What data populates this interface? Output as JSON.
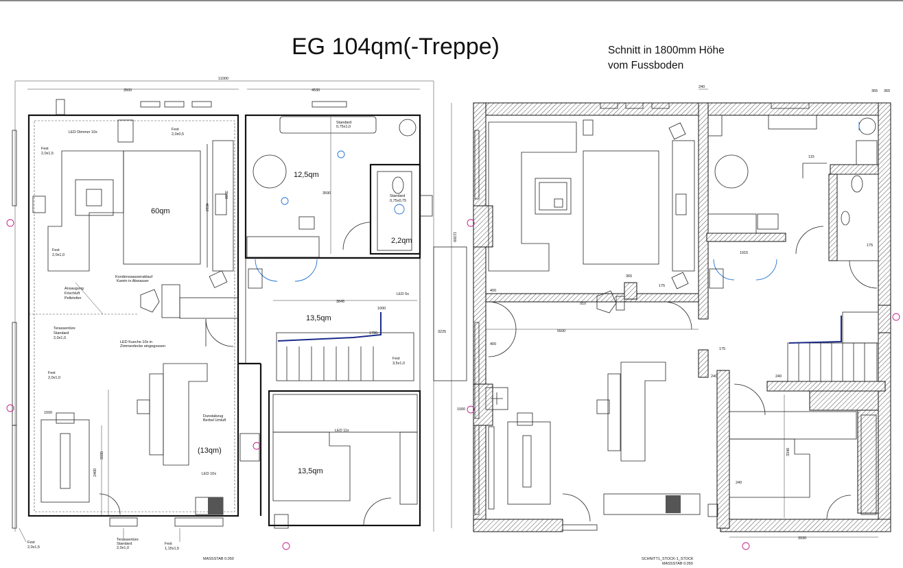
{
  "title": "EG 104qm(-Treppe)",
  "section_note": [
    "Schnitt in 1800mm Höhe",
    "vom Fussboden"
  ],
  "rooms": {
    "living": "60qm",
    "office": "12,5qm",
    "wc": "2,2qm",
    "stair": "13,5qm",
    "kitchen": "(13qm)",
    "bedroom": "13,5qm"
  },
  "dims_left": {
    "total_width": "11000",
    "left_width": "3500",
    "right_width": "4530",
    "height": "11300",
    "d3500": "3500",
    "d4610": "4610",
    "d3590": "3590",
    "d3845": "3845",
    "d1000": "1000",
    "d1780": "1780",
    "d3225": "3225",
    "d3335": "3335",
    "d2400": "2400",
    "d1500": "1500"
  },
  "dims_right": {
    "d240a": "240",
    "d365a": "365",
    "d365b": "365",
    "d115": "115",
    "d175a": "175",
    "d1915": "1915",
    "d365c": "365",
    "d175b": "175",
    "d400a": "400",
    "d910": "910",
    "d400b": "400",
    "d5500": "5500",
    "d175c": "175",
    "d240b": "240",
    "d240c": "240",
    "d1000": "1000",
    "d3340": "3340",
    "d240d": "240",
    "d3930": "3930"
  },
  "labels": {
    "led_dimmer": "LED Dimmer 10x",
    "fest_a": [
      "Fest",
      "2,0x0,5"
    ],
    "fest_b": [
      "Fest",
      "2,0x1,5"
    ],
    "fest_c": [
      "Fest",
      "2,0x1,0"
    ],
    "standard_a": [
      "Standard",
      "0,75x1,0"
    ],
    "standard_b": [
      "Standard",
      "0,75x0,75"
    ],
    "kondens": [
      "Kondenswasserablauf",
      "Kamin in Abwasser"
    ],
    "ansaugung": [
      "Ansaugung",
      "Frischluft",
      "Pelletofen"
    ],
    "terrasse_a": [
      "Terassentüre",
      "Standard",
      "2,0x1,0"
    ],
    "led_kueche": [
      "LED Kueche 10x in",
      "Zimmerdecke eingegossen"
    ],
    "fest_d": [
      "Fest",
      "2,0x1,0"
    ],
    "led5": "LED 5x",
    "fest_e": [
      "Fest",
      "3,5x1,0"
    ],
    "dunst": [
      "Dunstabzug",
      "Berbel Umluft"
    ],
    "led10": "LED 10x",
    "led11": "LED 11x",
    "fest_f": [
      "Fest",
      "2,0x1,5"
    ],
    "terrasse_b": [
      "Terassentüre",
      "Standard",
      "2,0x1,0"
    ],
    "fest_g": [
      "Fest",
      "1,15x1,5"
    ],
    "massstab_left": "MASSSTAB  0.050",
    "massstab_right": [
      "SCHNITT1_STOCK-1_STOCK",
      "MASSSTAB  0.050"
    ]
  }
}
